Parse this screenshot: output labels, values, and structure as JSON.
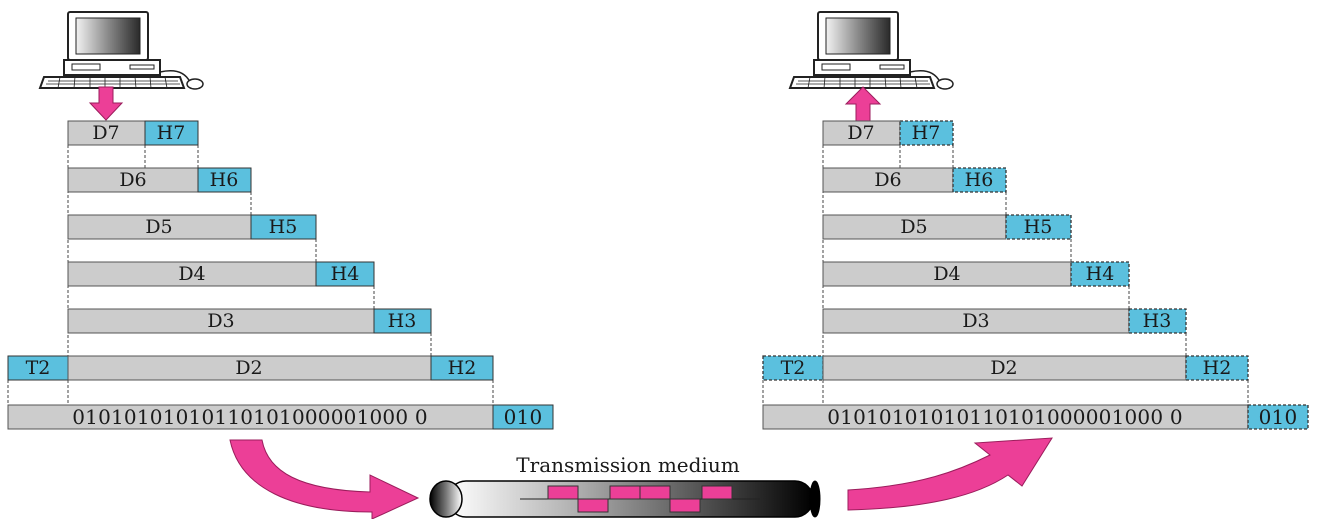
{
  "medium": {
    "label": "Transmission medium"
  },
  "sender": {
    "layers": [
      {
        "data": "D7",
        "header": "H7"
      },
      {
        "data": "D6",
        "header": "H6"
      },
      {
        "data": "D5",
        "header": "H5"
      },
      {
        "data": "D4",
        "header": "H4"
      },
      {
        "data": "D3",
        "header": "H3"
      },
      {
        "data": "D2",
        "header": "H2",
        "trailer": "T2"
      }
    ],
    "bits": "01010101010110101000001000 0",
    "bits_tail": "010"
  },
  "receiver": {
    "layers": [
      {
        "data": "D7",
        "header": "H7"
      },
      {
        "data": "D6",
        "header": "H6"
      },
      {
        "data": "D5",
        "header": "H5"
      },
      {
        "data": "D4",
        "header": "H4"
      },
      {
        "data": "D3",
        "header": "H3"
      },
      {
        "data": "D2",
        "header": "H2",
        "trailer": "T2"
      }
    ],
    "bits": "01010101010110101000001000 0",
    "bits_tail": "010"
  },
  "colors": {
    "arrow": "#ec3f97",
    "header_fill": "#5bc0de",
    "data_fill": "#cccccc",
    "signal": "#ec3f97"
  },
  "icons": [
    "computer-icon",
    "arrow-down-icon",
    "arrow-up-icon",
    "curved-arrow-icon",
    "cable-icon"
  ]
}
